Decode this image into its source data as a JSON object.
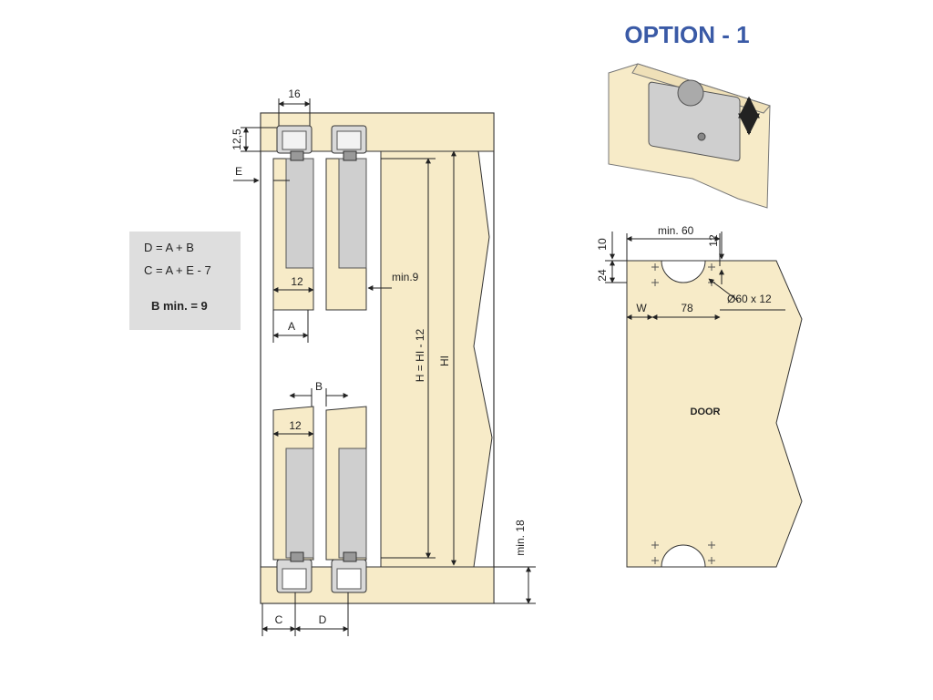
{
  "title": "OPTION - 1",
  "formulas": {
    "line1": "D = A + B",
    "line2": "C = A + E - 7",
    "line3": "B min. = 9"
  },
  "dimensions": {
    "top_width": "16",
    "top_height": "12,5",
    "gap_e": "E",
    "upper_width_12": "12",
    "min9": "min.9",
    "a": "A",
    "b": "B",
    "lower_width_12": "12",
    "h_formula": "H = HI - 12",
    "hi": "HI",
    "min18": "min. 18",
    "c": "C",
    "d": "D"
  },
  "door_diagram": {
    "min60": "min. 60",
    "dim10": "10",
    "dim12": "12",
    "dim24": "24",
    "w": "W",
    "dim78": "78",
    "hole": "Ø60 x 12",
    "door_label": "DOOR"
  },
  "colors": {
    "wood": "#f7ebc8",
    "metal": "#cfcfcf",
    "accent": "#3a5aa6",
    "formula_box": "#dedede"
  }
}
